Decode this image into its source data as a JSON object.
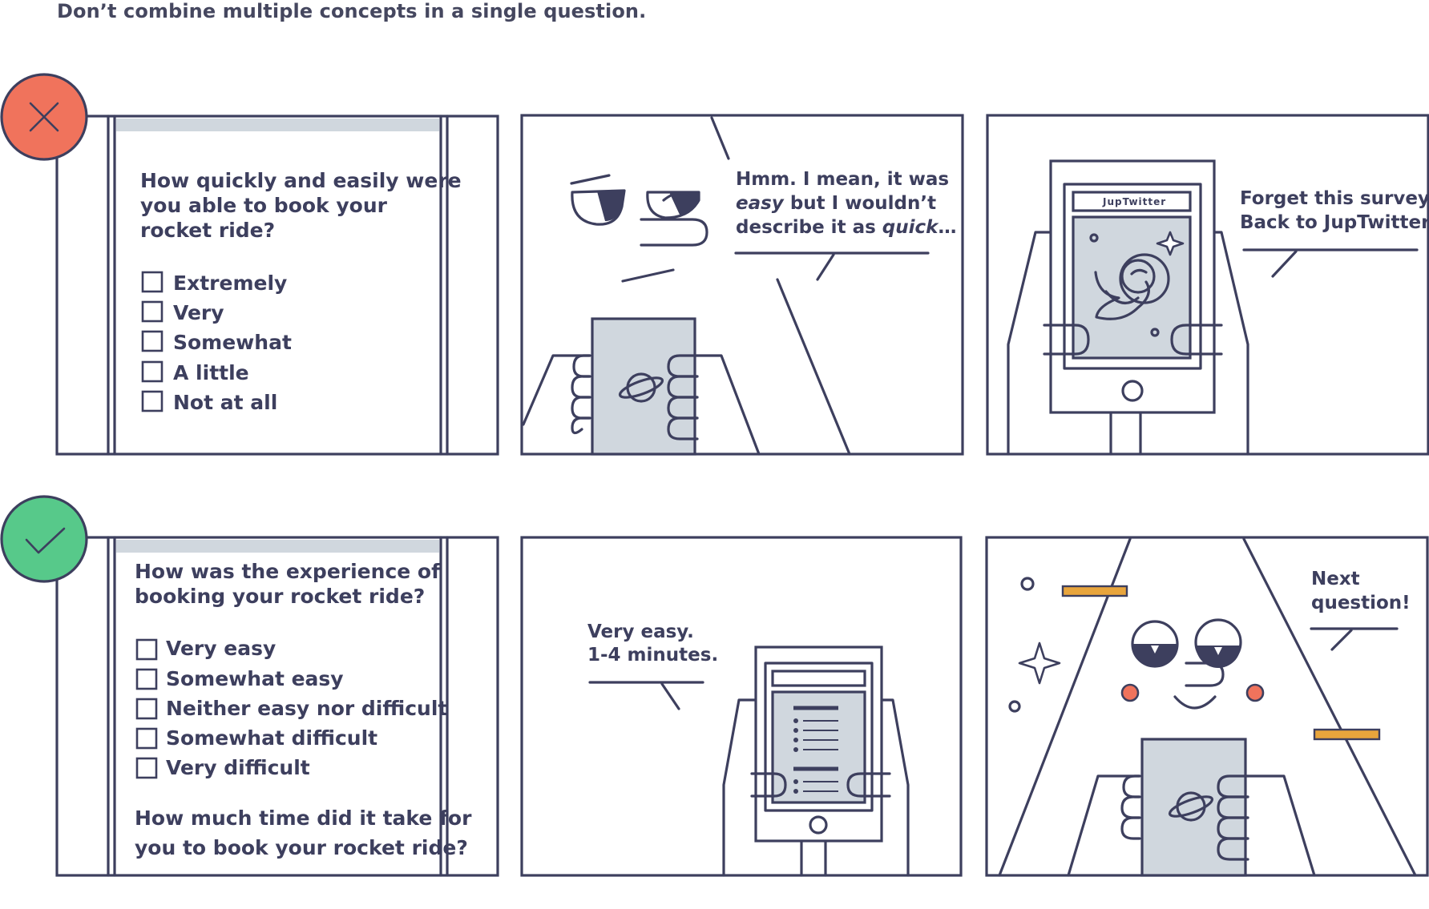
{
  "heading": "Don’t combine multiple concepts in a single question.",
  "badges": {
    "bad_color": "#f0735c",
    "good_color": "#57c98a"
  },
  "bad_example": {
    "question_lines": [
      "How quickly and easily were",
      "you able to book your",
      "rocket ride?"
    ],
    "options": [
      "Extremely",
      "Very",
      "Somewhat",
      "A little",
      "Not at all"
    ],
    "speech1": {
      "line1": "Hmm. I mean, it was",
      "line2_em": "easy",
      "line2_rest": " but I wouldn’t",
      "line3_rest": "describe it as ",
      "line3_em": "quick",
      "line3_tail": "…"
    },
    "phone_app_label": "JupTwitter",
    "speech2_lines": [
      "Forget this survey.",
      "Back to JupTwitter."
    ]
  },
  "good_example": {
    "question_lines": [
      "How was the experience of",
      "booking your rocket ride?"
    ],
    "options": [
      "Very easy",
      "Somewhat easy",
      "Neither easy nor difficult",
      "Somewhat difficult",
      "Very difficult"
    ],
    "question2_lines": [
      "How much time did it take for",
      "you to book your rocket ride?"
    ],
    "speech1_lines": [
      "Very easy.",
      "1-4 minutes."
    ],
    "speech2_lines": [
      "Next",
      "question!"
    ],
    "accent_color": "#e8a53c"
  }
}
